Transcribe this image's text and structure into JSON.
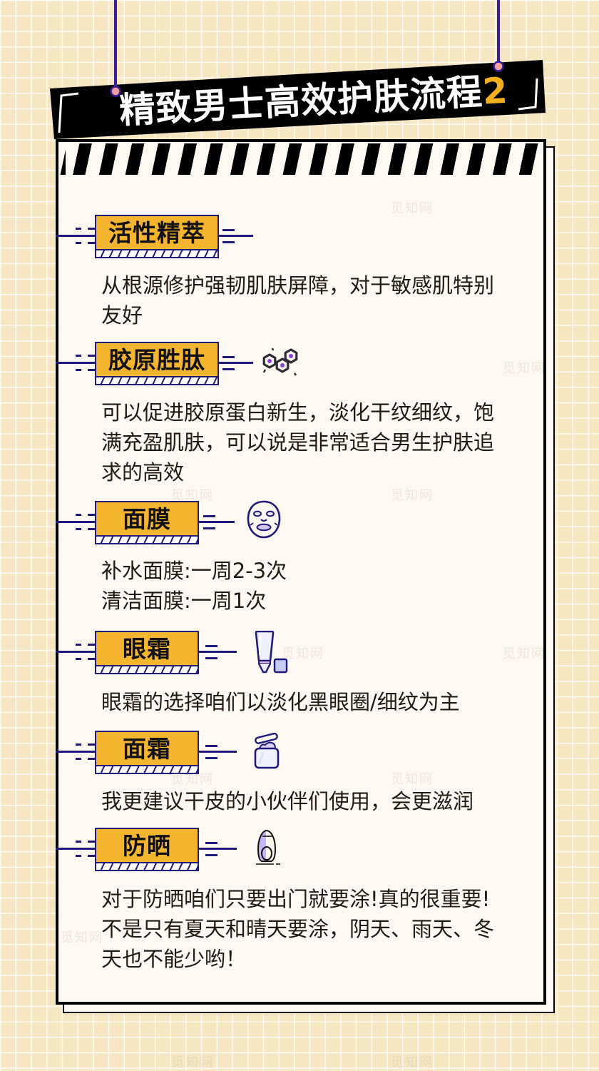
{
  "title": {
    "main": "精致男士高效护肤流程",
    "number": "2"
  },
  "sections": [
    {
      "label": "活性精萃",
      "icon": null,
      "lines": [
        "从根源修护强韧肌肤屏障，对于敏感肌特别",
        "友好"
      ]
    },
    {
      "label": "胶原胜肽",
      "icon": "molecule-icon",
      "lines": [
        "可以促进胶原蛋白新生，淡化干纹细纹，饱",
        "满充盈肌肤，可以说是非常适合男生护肤追",
        "求的高效"
      ]
    },
    {
      "label": "面膜",
      "icon": "face-mask-icon",
      "lines": [
        "补水面膜:一周2-3次",
        "清洁面膜:一周1次"
      ]
    },
    {
      "label": "眼霜",
      "icon": "eye-cream-tube-icon",
      "lines": [
        "眼霜的选择咱们以淡化黑眼圈/细纹为主"
      ]
    },
    {
      "label": "面霜",
      "icon": "cream-jar-icon",
      "lines": [
        "我更建议干皮的小伙伴们使用，会更滋润"
      ]
    },
    {
      "label": "防晒",
      "icon": "sunscreen-bottle-icon",
      "lines": [
        "对于防晒咱们只要出门就要涂!真的很重要!",
        "不是只有夏天和晴天要涂，阴天、雨天、冬",
        "天也不能少哟！"
      ]
    }
  ],
  "colors": {
    "background": "#F6E6C1",
    "card": "#FDF8F1",
    "label_fill": "#F6B52E",
    "navy": "#1F1B7C",
    "banner": "#000000",
    "title_number": "#F2B01E",
    "pin_line": "#3B1E9A",
    "pin_dot": "#F2A0A0",
    "accent_purple": "#8B3FE0"
  },
  "watermark": "觅知网"
}
